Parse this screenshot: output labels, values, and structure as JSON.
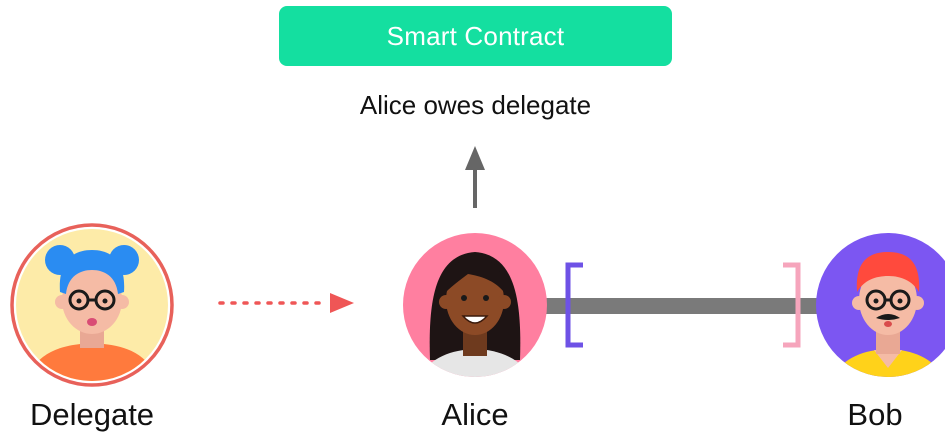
{
  "smart_contract": {
    "label": "Smart Contract"
  },
  "relationship": {
    "text": "Alice owes delegate"
  },
  "participants": {
    "delegate": {
      "name": "Delegate"
    },
    "alice": {
      "name": "Alice"
    },
    "bob": {
      "name": "Bob"
    }
  },
  "colors": {
    "contract_green": "#14DFA0",
    "arrow_gray": "#666666",
    "channel_gray": "#7A7A7A",
    "bracket_purple": "#6E52E6",
    "bracket_pink": "#F6A5BC",
    "dotted_red": "#EF5656",
    "delegate_ring": "#E8615A",
    "delegate_bg": "#FDEBA8",
    "alice_bg": "#FF7FA0",
    "bob_bg": "#7C56F2"
  }
}
